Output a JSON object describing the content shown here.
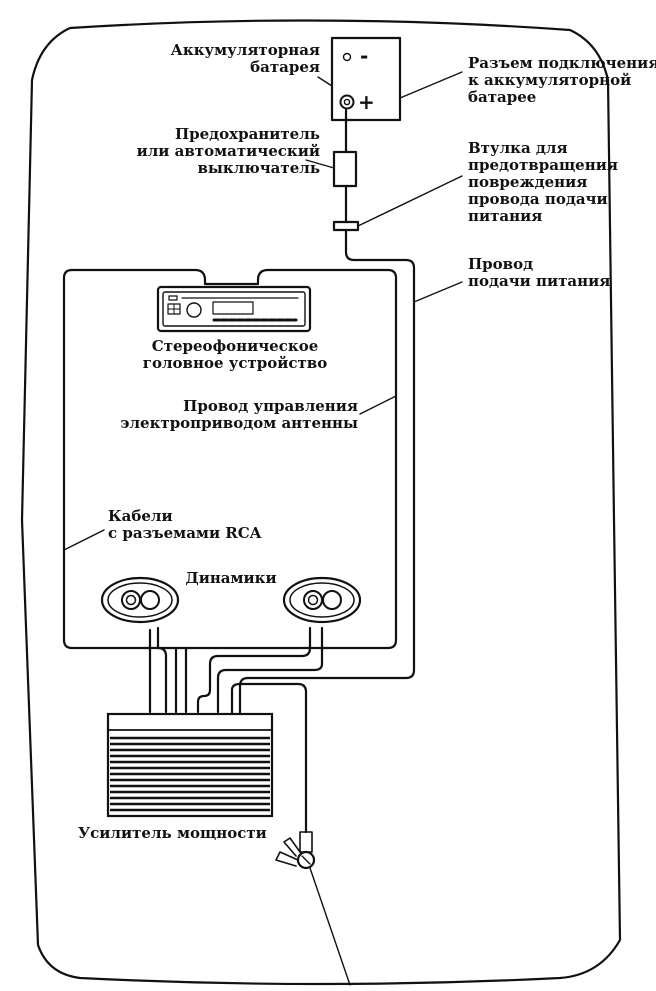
{
  "colors": {
    "line": "#111111",
    "background": "#ffffff",
    "label": "#111111"
  },
  "labels": {
    "battery": [
      "Аккумуляторная",
      "батарея"
    ],
    "battery_connector": [
      "Разъем подключения",
      "к аккумуляторной",
      "батарее"
    ],
    "fuse": [
      "Предохранитель",
      "или автоматический",
      "выключатель"
    ],
    "grommet": [
      "Втулка для",
      "предотвращения",
      "повреждения",
      "провода подачи",
      "питания"
    ],
    "power_wire": [
      "Провод",
      "подачи питания"
    ],
    "head_unit": [
      "Стереофоническое",
      "головное устройство"
    ],
    "antenna_wire": [
      "Провод управления",
      "электроприводом антенны"
    ],
    "rca_cables": [
      "Кабели",
      "с разъемами RCA"
    ],
    "speakers": [
      "Динамики"
    ],
    "amplifier": [
      "Усилитель мощности"
    ]
  },
  "battery_terminals": {
    "negative": "-",
    "positive": "+"
  },
  "icons": [
    "battery-icon",
    "fuse-icon",
    "grommet-icon",
    "head-unit-icon",
    "speaker-icon",
    "amplifier-icon",
    "ground-connector-icon"
  ]
}
